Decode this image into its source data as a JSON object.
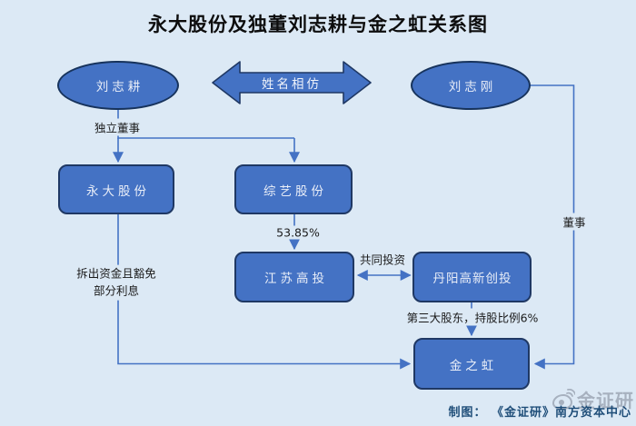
{
  "title": "永大股份及独董刘志耕与金之虹关系图",
  "colors": {
    "background": "#dce9f5",
    "shape_fill": "#4472c4",
    "shape_border": "#1f3864",
    "connector": "#4472c4",
    "shape_text": "#e9eef8",
    "label_text": "#1b1b1b",
    "credit_text": "#1f4e79",
    "watermark_gray": "#99a2b0"
  },
  "nodes": {
    "liu_zhigeng": "刘志耕",
    "liu_zhigang": "刘志刚",
    "yongda": "永大股份",
    "zongyi": "综艺股份",
    "jiangsu": "江苏高投",
    "danyang": "丹阳高新创投",
    "jinzhihong": "金之虹"
  },
  "edges": {
    "name_similar": "姓名相仿",
    "independent_director": "独立董事",
    "stake_percent": "53.85%",
    "joint_investment": "共同投资",
    "third_shareholder": "第三大股东，持股比例6%",
    "lend_funds_line1": "拆出资金且豁免",
    "lend_funds_line2": "部分利息",
    "director": "董事"
  },
  "footer": {
    "credit": "制图： 《金证研》南方资本中心",
    "watermark": "金证研"
  }
}
